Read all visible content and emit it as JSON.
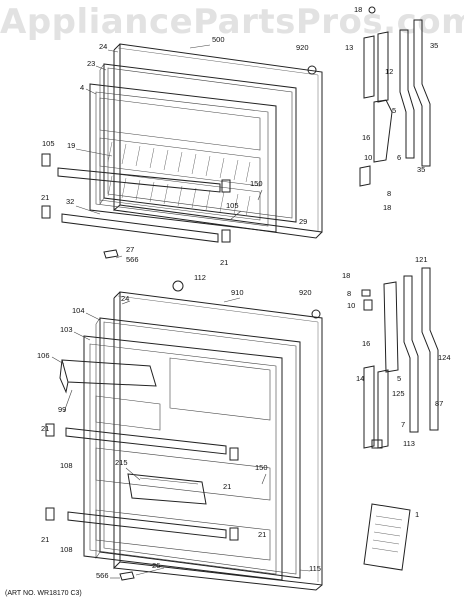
{
  "watermark": "AppliancePartsPros.com",
  "art_number": "(ART NO. WR18170 C3)",
  "labels": [
    {
      "id": "t18",
      "text": "18"
    },
    {
      "id": "t500",
      "text": "500"
    },
    {
      "id": "t24a",
      "text": "24"
    },
    {
      "id": "t920a",
      "text": "920"
    },
    {
      "id": "t13",
      "text": "13"
    },
    {
      "id": "t35a",
      "text": "35"
    },
    {
      "id": "t23",
      "text": "23"
    },
    {
      "id": "t12",
      "text": "12"
    },
    {
      "id": "t4",
      "text": "4"
    },
    {
      "id": "t5a",
      "text": "5"
    },
    {
      "id": "t16a",
      "text": "16"
    },
    {
      "id": "t105a",
      "text": "105"
    },
    {
      "id": "t19",
      "text": "19"
    },
    {
      "id": "t10a",
      "text": "10"
    },
    {
      "id": "t6",
      "text": "6"
    },
    {
      "id": "t35b",
      "text": "35"
    },
    {
      "id": "t150a",
      "text": "150"
    },
    {
      "id": "t8a",
      "text": "8"
    },
    {
      "id": "t21a",
      "text": "21"
    },
    {
      "id": "t105b",
      "text": "105"
    },
    {
      "id": "t32",
      "text": "32"
    },
    {
      "id": "t18b",
      "text": "18"
    },
    {
      "id": "t29",
      "text": "29"
    },
    {
      "id": "t27",
      "text": "27"
    },
    {
      "id": "t566a",
      "text": "566"
    },
    {
      "id": "t21b",
      "text": "21"
    },
    {
      "id": "t112",
      "text": "112"
    },
    {
      "id": "t121",
      "text": "121"
    },
    {
      "id": "t18c",
      "text": "18"
    },
    {
      "id": "t24b",
      "text": "24"
    },
    {
      "id": "t910",
      "text": "910"
    },
    {
      "id": "t920b",
      "text": "920"
    },
    {
      "id": "t104",
      "text": "104"
    },
    {
      "id": "t8b",
      "text": "8"
    },
    {
      "id": "t10b",
      "text": "10"
    },
    {
      "id": "t103",
      "text": "103"
    },
    {
      "id": "t106",
      "text": "106"
    },
    {
      "id": "t16b",
      "text": "16"
    },
    {
      "id": "t124",
      "text": "124"
    },
    {
      "id": "t99",
      "text": "99"
    },
    {
      "id": "t14",
      "text": "14"
    },
    {
      "id": "t5b",
      "text": "5"
    },
    {
      "id": "t125",
      "text": "125"
    },
    {
      "id": "t87",
      "text": "87"
    },
    {
      "id": "t7",
      "text": "7"
    },
    {
      "id": "t21c",
      "text": "21"
    },
    {
      "id": "t113",
      "text": "113"
    },
    {
      "id": "t108a",
      "text": "108"
    },
    {
      "id": "t215",
      "text": "215"
    },
    {
      "id": "t150b",
      "text": "150"
    },
    {
      "id": "t21d",
      "text": "21"
    },
    {
      "id": "t1",
      "text": "1"
    },
    {
      "id": "t21e",
      "text": "21"
    },
    {
      "id": "t108b",
      "text": "108"
    },
    {
      "id": "t21f",
      "text": "21"
    },
    {
      "id": "t115",
      "text": "115"
    },
    {
      "id": "t26",
      "text": "26"
    },
    {
      "id": "t566b",
      "text": "566"
    }
  ]
}
